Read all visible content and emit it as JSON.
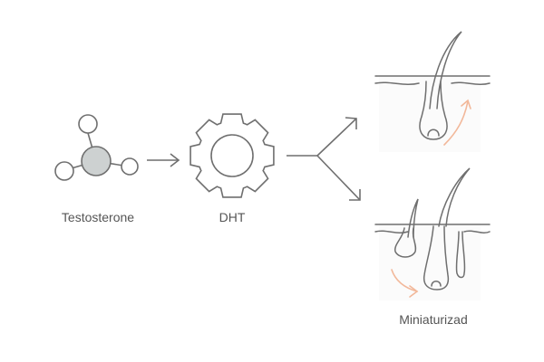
{
  "labels": {
    "testosterone": "Testosterone",
    "dht": "DHT",
    "miniaturized": "Miniaturizad"
  },
  "colors": {
    "line": "#6f6f6f",
    "text": "#555555",
    "atom_center_fill": "#cdd1d1",
    "accent_arrow": "#f2b89a",
    "background": "#ffffff"
  },
  "icons": {
    "molecule": "testosterone-molecule-icon",
    "gear": "gear-icon",
    "healthy_follicle": "healthy-hair-follicle-icon",
    "miniaturized_follicle": "miniaturized-hair-follicle-icon"
  }
}
